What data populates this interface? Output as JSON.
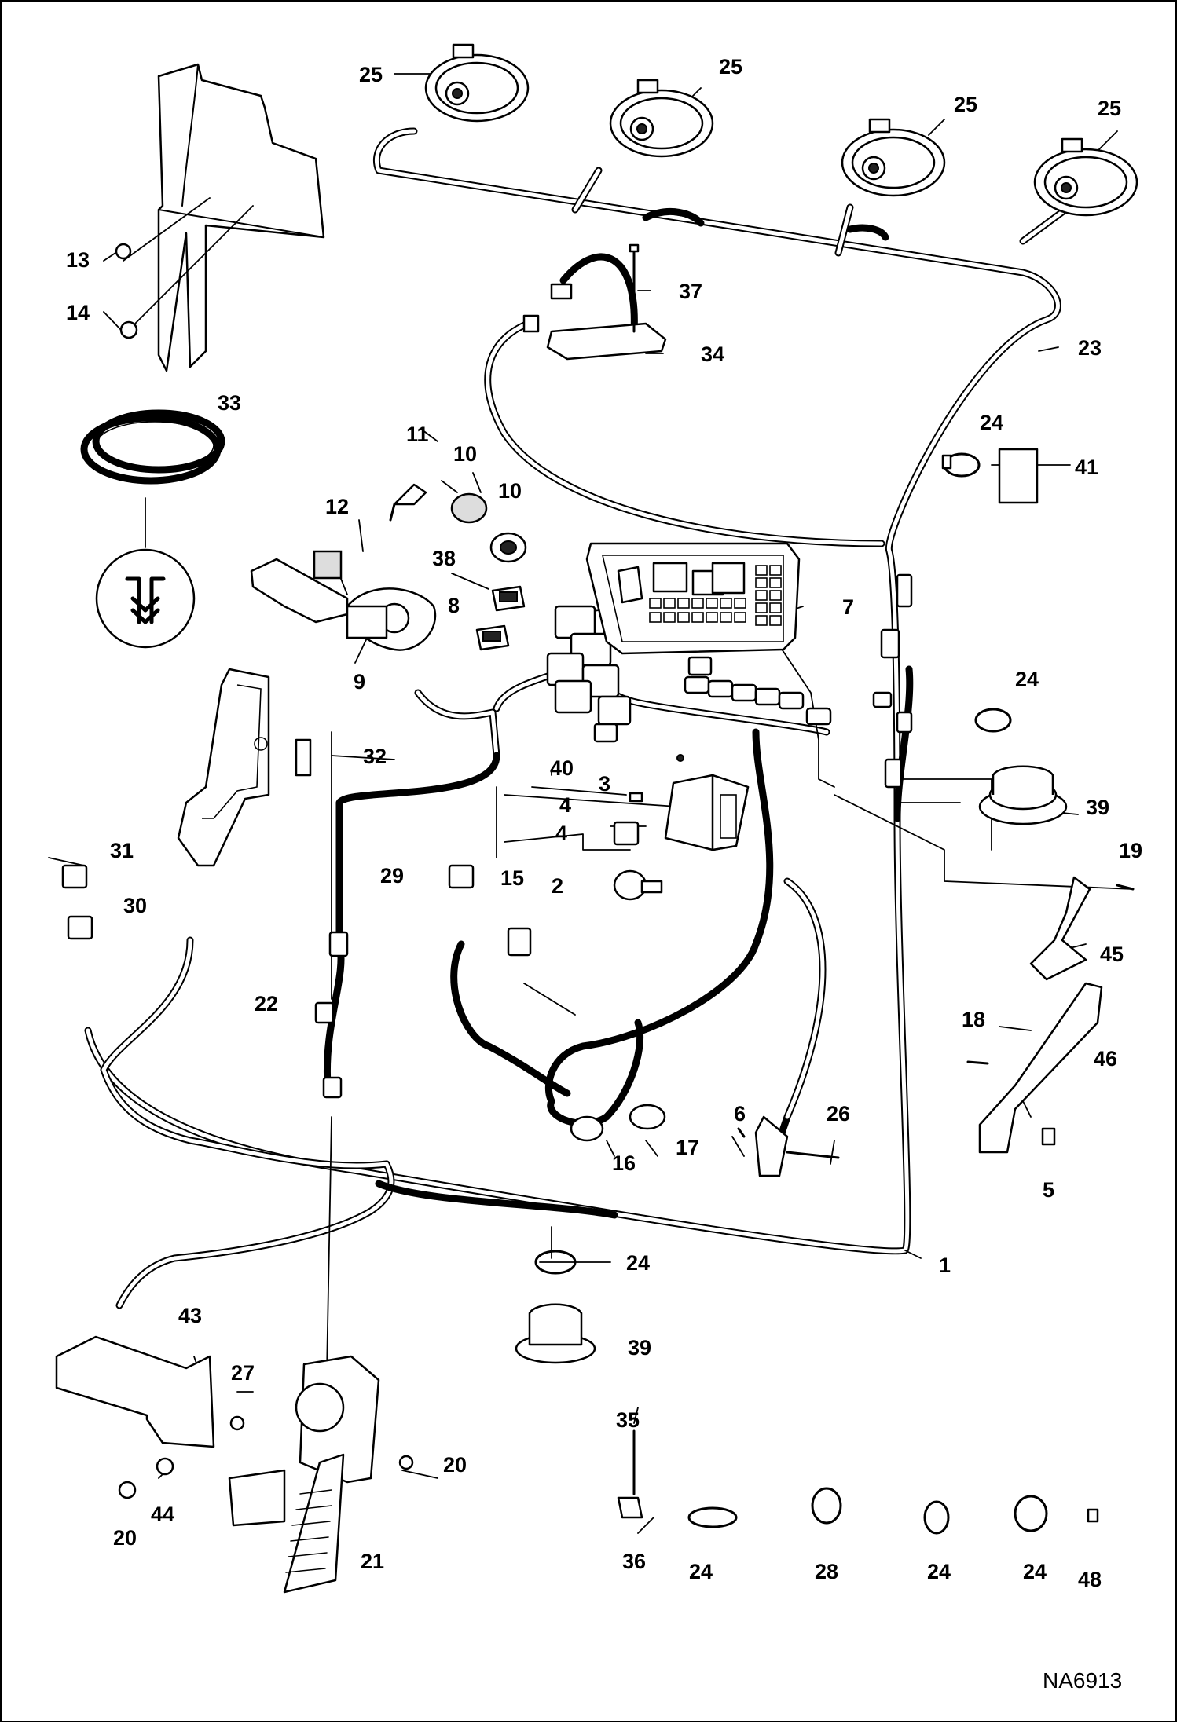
{
  "diagram": {
    "reference_code": "NA6913",
    "callouts": [
      {
        "id": "c25a",
        "text": "25"
      },
      {
        "id": "c25b",
        "text": "25"
      },
      {
        "id": "c25c",
        "text": "25"
      },
      {
        "id": "c25d",
        "text": "25"
      },
      {
        "id": "c13",
        "text": "13"
      },
      {
        "id": "c14",
        "text": "14"
      },
      {
        "id": "c37",
        "text": "37"
      },
      {
        "id": "c34",
        "text": "34"
      },
      {
        "id": "c23",
        "text": "23"
      },
      {
        "id": "c33",
        "text": "33"
      },
      {
        "id": "c24a",
        "text": "24"
      },
      {
        "id": "c41",
        "text": "41"
      },
      {
        "id": "c11",
        "text": "11"
      },
      {
        "id": "c10a",
        "text": "10"
      },
      {
        "id": "c10b",
        "text": "10"
      },
      {
        "id": "c12",
        "text": "12"
      },
      {
        "id": "c38",
        "text": "38"
      },
      {
        "id": "c8",
        "text": "8"
      },
      {
        "id": "c7",
        "text": "7"
      },
      {
        "id": "c9",
        "text": "9"
      },
      {
        "id": "c24b",
        "text": "24"
      },
      {
        "id": "c32",
        "text": "32"
      },
      {
        "id": "c40",
        "text": "40"
      },
      {
        "id": "c3",
        "text": "3"
      },
      {
        "id": "c4a",
        "text": "4"
      },
      {
        "id": "c4b",
        "text": "4"
      },
      {
        "id": "c39a",
        "text": "39"
      },
      {
        "id": "c19",
        "text": "19"
      },
      {
        "id": "c31",
        "text": "31"
      },
      {
        "id": "c29",
        "text": "29"
      },
      {
        "id": "c15",
        "text": "15"
      },
      {
        "id": "c2",
        "text": "2"
      },
      {
        "id": "c30",
        "text": "30"
      },
      {
        "id": "c45",
        "text": "45"
      },
      {
        "id": "c22",
        "text": "22"
      },
      {
        "id": "c18",
        "text": "18"
      },
      {
        "id": "c46",
        "text": "46"
      },
      {
        "id": "c6",
        "text": "6"
      },
      {
        "id": "c26",
        "text": "26"
      },
      {
        "id": "c17",
        "text": "17"
      },
      {
        "id": "c16",
        "text": "16"
      },
      {
        "id": "c5",
        "text": "5"
      },
      {
        "id": "c1",
        "text": "1"
      },
      {
        "id": "c24c",
        "text": "24"
      },
      {
        "id": "c43",
        "text": "43"
      },
      {
        "id": "c39b",
        "text": "39"
      },
      {
        "id": "c27",
        "text": "27"
      },
      {
        "id": "c35",
        "text": "35"
      },
      {
        "id": "c20a",
        "text": "20"
      },
      {
        "id": "c44",
        "text": "44"
      },
      {
        "id": "c20b",
        "text": "20"
      },
      {
        "id": "c21",
        "text": "21"
      },
      {
        "id": "c36",
        "text": "36"
      },
      {
        "id": "c24d",
        "text": "24"
      },
      {
        "id": "c28",
        "text": "28"
      },
      {
        "id": "c24e",
        "text": "24"
      },
      {
        "id": "c24f",
        "text": "24"
      },
      {
        "id": "c48",
        "text": "48"
      }
    ]
  }
}
